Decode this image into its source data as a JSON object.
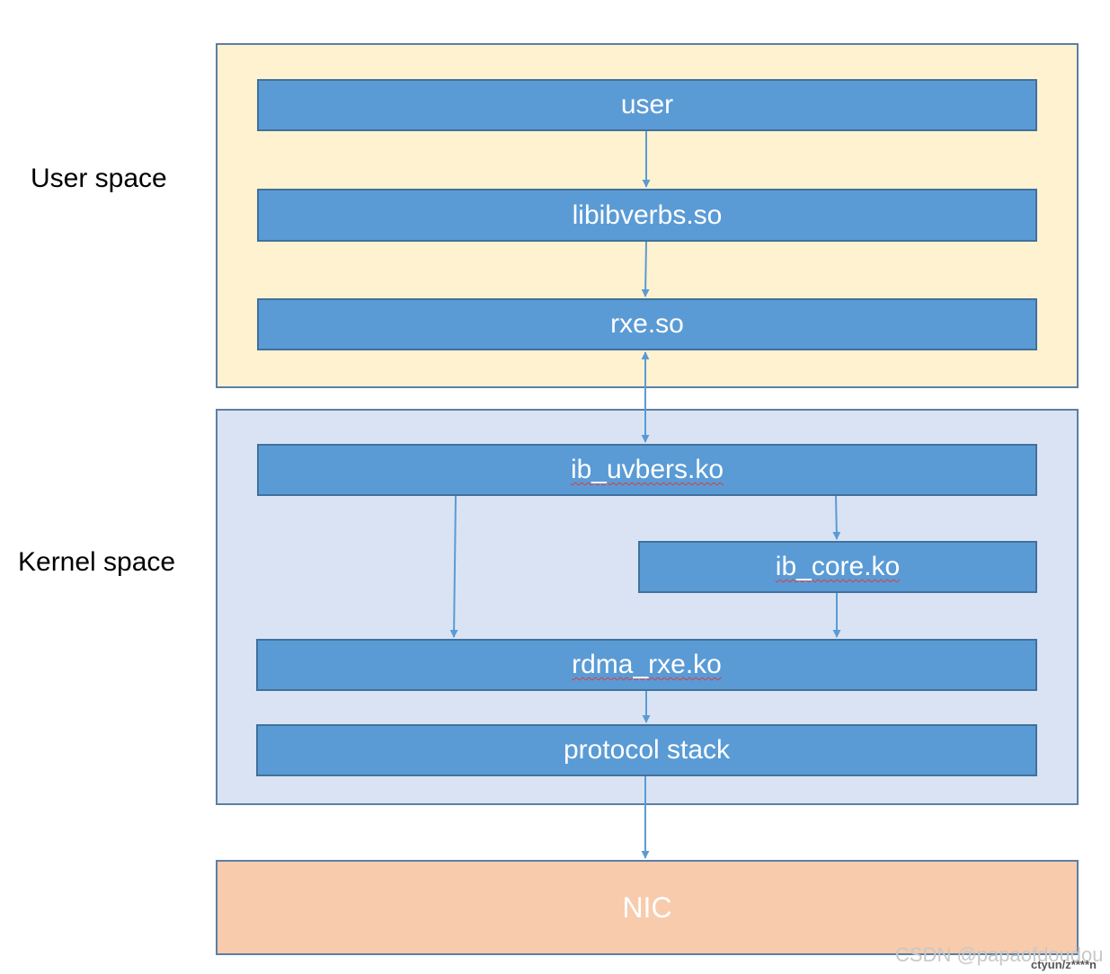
{
  "regions": {
    "user_space_label": "User space",
    "kernel_space_label": "Kernel space"
  },
  "layers": {
    "user": "user",
    "libibverbs": "libibverbs.so",
    "rxe_so": "rxe.so",
    "ib_uvbers": "ib_uvbers.ko",
    "ib_core": "ib_core.ko",
    "rdma_rxe": "rdma_rxe.ko",
    "protocol_stack": "protocol stack",
    "nic": "NIC"
  },
  "watermark": {
    "csdn": "CSDN @papaofdoudou",
    "ctyun": "ctyun/z****n"
  },
  "colors": {
    "user_region": "#fef2d0",
    "kernel_region": "#dae3f3",
    "nic_box": "#f7cbac",
    "layer_fill": "#5a9bd5",
    "arrow": "#5a9bd5"
  }
}
